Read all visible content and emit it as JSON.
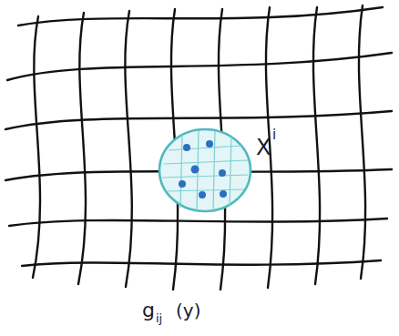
{
  "diagram": {
    "labels": [
      "X",
      "i",
      "g",
      "ij",
      "(y)"
    ]
  }
}
